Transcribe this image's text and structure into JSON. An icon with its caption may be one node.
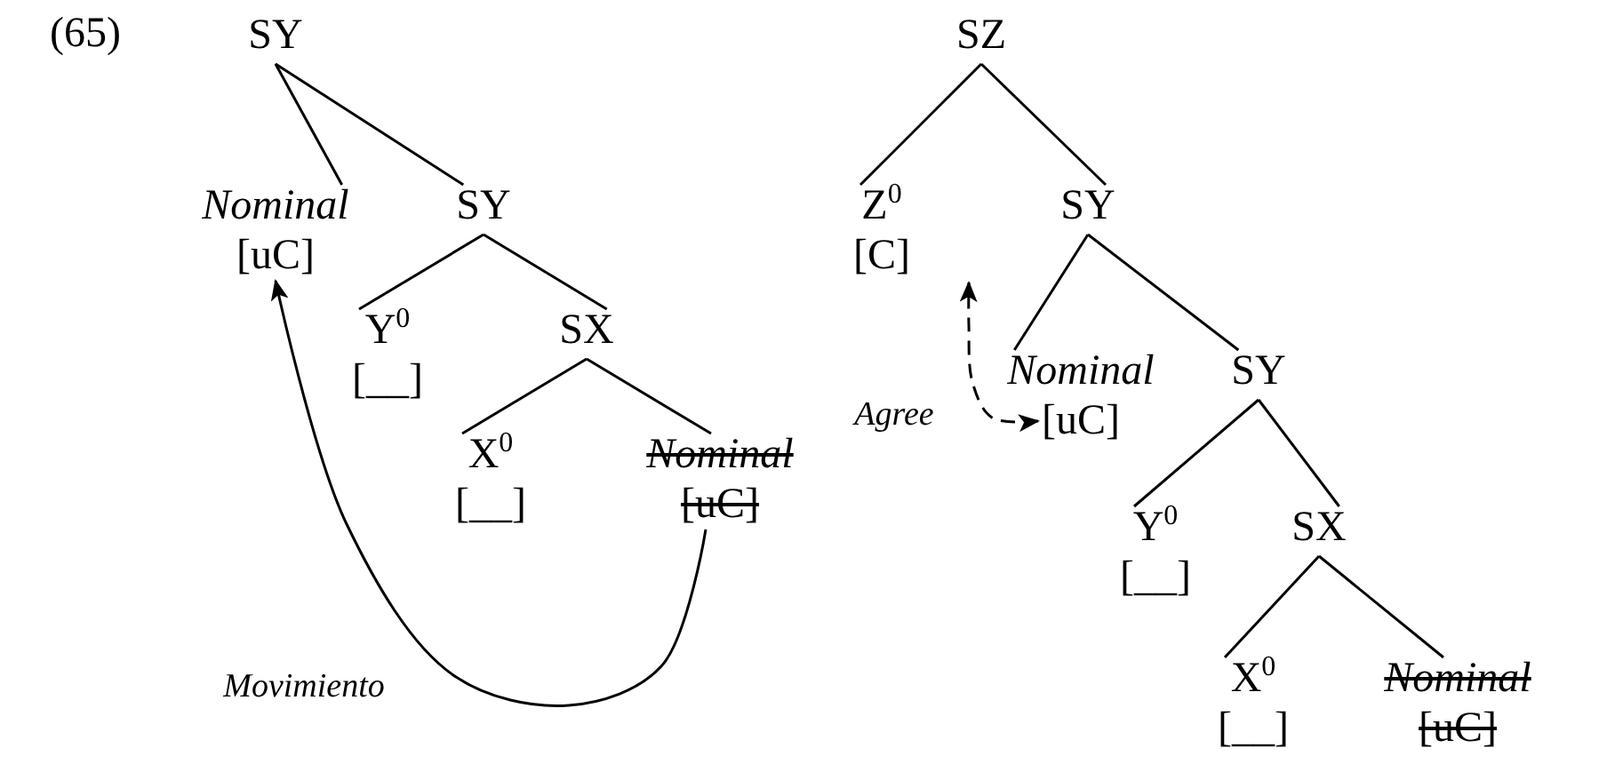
{
  "diagram": {
    "nodes": [
      {
        "text": [
          "SY"
        ]
      },
      {
        "text": [
          "Nominal",
          "[uC]"
        ]
      },
      {
        "text": [
          "SY"
        ]
      },
      {
        "text": [
          "Y$^{0}$",
          "[__]"
        ]
      },
      {
        "text": [
          "SX"
        ]
      },
      {
        "text": [
          "X$^{0}$",
          "[__]"
        ]
      },
      {
        "text": [
          "Nominal",
          "[uC]"
        ]
      },
      {
        "text": [
          "SZ"
        ]
      },
      {
        "text": [
          "Z$^{0}$",
          "[C]"
        ]
      },
      {
        "text": [
          "SY"
        ]
      },
      {
        "text": [
          "Nominal",
          "[uC]"
        ]
      },
      {
        "text": [
          "SY"
        ]
      },
      {
        "text": [
          "Y$^{0}$",
          "[__]"
        ]
      },
      {
        "text": [
          "SX"
        ]
      },
      {
        "text": [
          "X$^{0}$",
          "[__]"
        ]
      },
      {
        "text": [
          "Nominal",
          "[uC]"
        ]
      }
    ],
    "edges": [
      {
        "from": 0,
        "to": 1,
        "arrow": "none"
      },
      {
        "from": 0,
        "to": 2,
        "arrow": "none"
      },
      {
        "from": 2,
        "to": 3,
        "arrow": "none"
      },
      {
        "from": 2,
        "to": 4,
        "arrow": "none"
      },
      {
        "from": 4,
        "to": 5,
        "arrow": "none"
      },
      {
        "from": 4,
        "to": 6,
        "arrow": "none"
      },
      {
        "from": 6,
        "to": 1,
        "arrow": "to",
        "label": "Movimiento"
      },
      {
        "from": 7,
        "to": 8,
        "arrow": "none"
      },
      {
        "from": 7,
        "to": 9,
        "arrow": "none"
      },
      {
        "from": 9,
        "to": 10,
        "arrow": "none"
      },
      {
        "from": 9,
        "to": 11,
        "arrow": "none"
      },
      {
        "from": 11,
        "to": 12,
        "arrow": "none"
      },
      {
        "from": 11,
        "to": 13,
        "arrow": "none"
      },
      {
        "from": 13,
        "to": 14,
        "arrow": "none"
      },
      {
        "from": 13,
        "to": 15,
        "arrow": "none"
      },
      {
        "from": 10,
        "to": 8,
        "arrow": "both",
        "label": "Agree",
        "style": "dashed"
      }
    ],
    "labels": [
      "(65)"
    ]
  }
}
